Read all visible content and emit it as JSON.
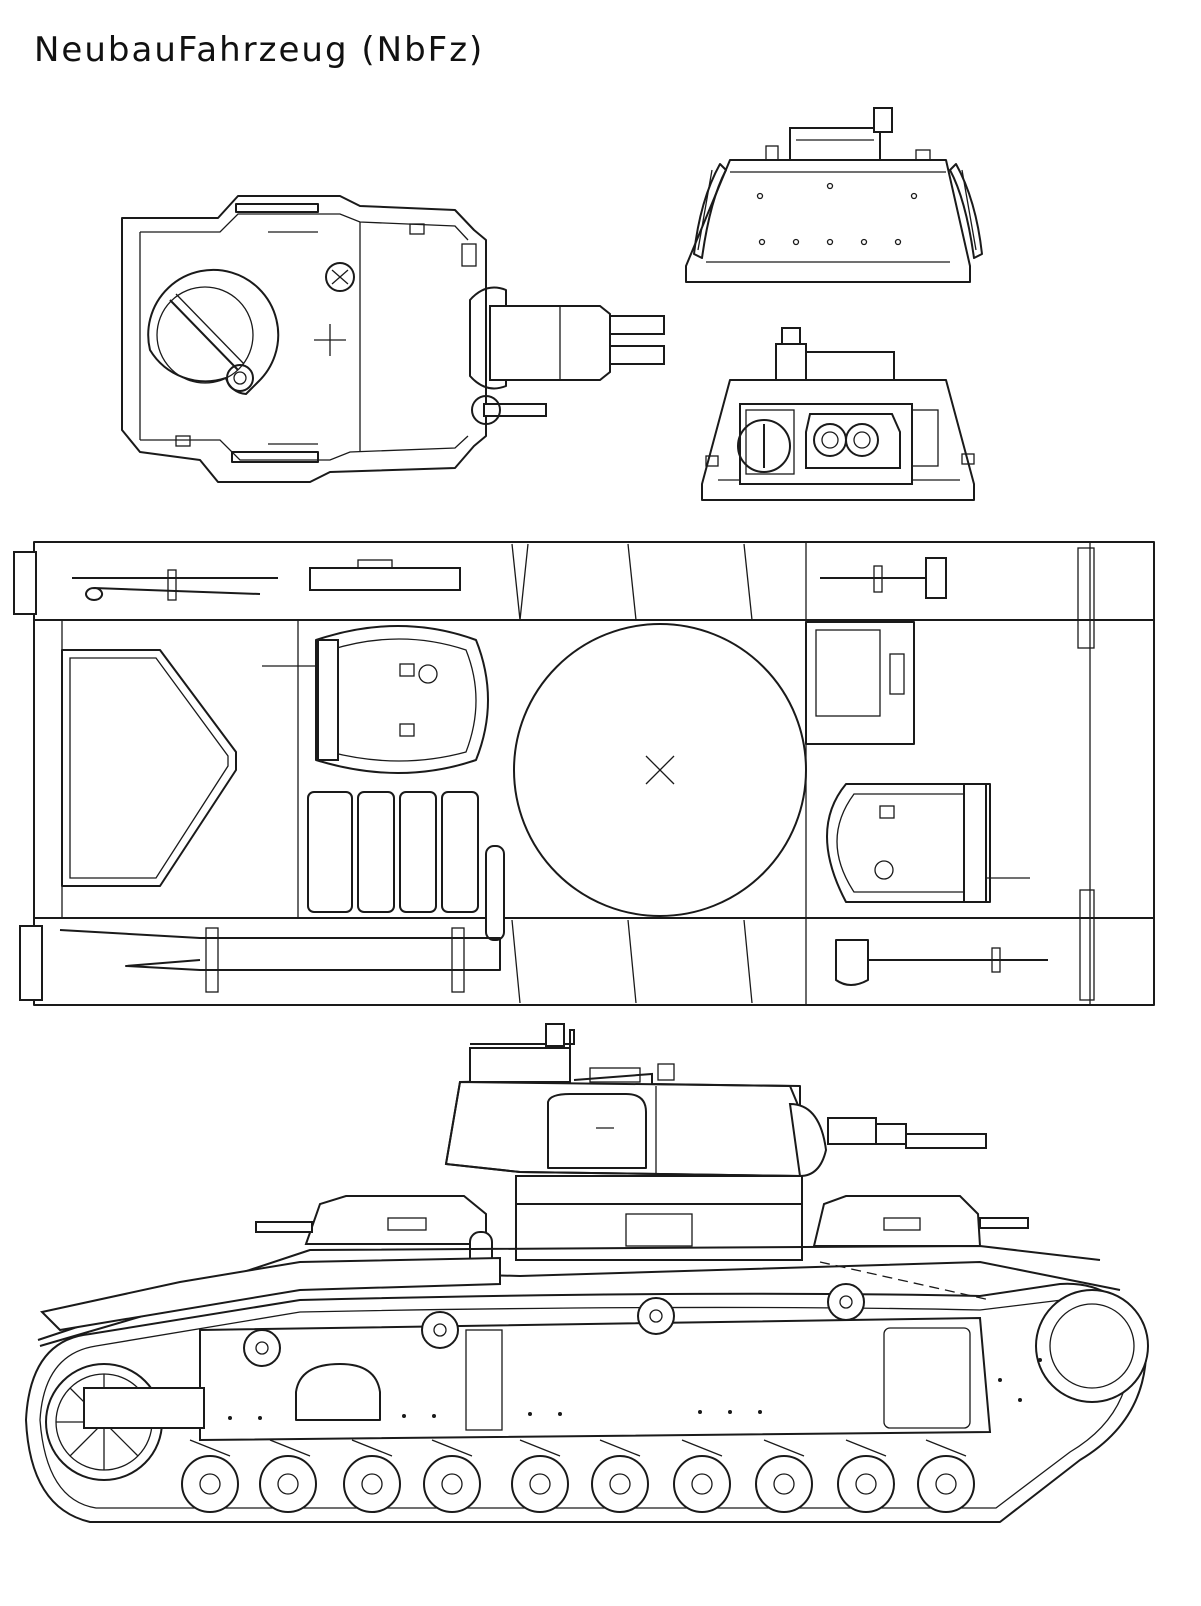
{
  "title": "NeubauFahrzeug (NbFz)",
  "colors": {
    "ink": "#1a1a1a",
    "paper": "#ffffff"
  },
  "views": [
    "turret-top-view",
    "turret-rear-view",
    "turret-front-view",
    "hull-top-view",
    "side-view"
  ]
}
